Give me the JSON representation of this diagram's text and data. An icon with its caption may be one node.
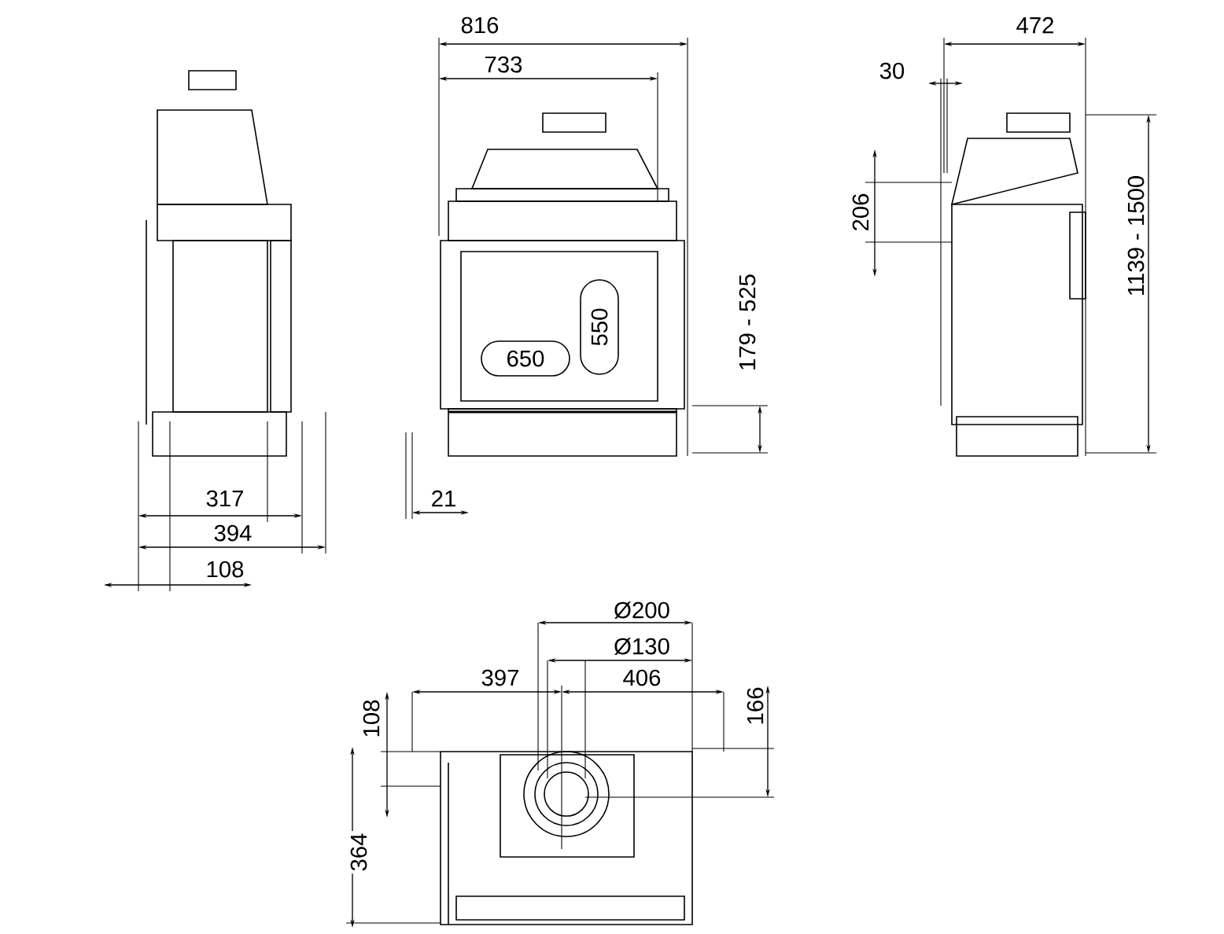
{
  "diagram": {
    "nodes": [
      {
        "text": [
          "650"
        ]
      },
      {
        "text": [
          "550"
        ]
      }
    ],
    "labels": [
      "816",
      "733",
      "472",
      "30",
      "206",
      "179 - 525",
      "1139 - 1500",
      "317",
      "21",
      "394",
      "108",
      "Ø200",
      "Ø130",
      "397",
      "406",
      "108",
      "166",
      "364"
    ]
  }
}
